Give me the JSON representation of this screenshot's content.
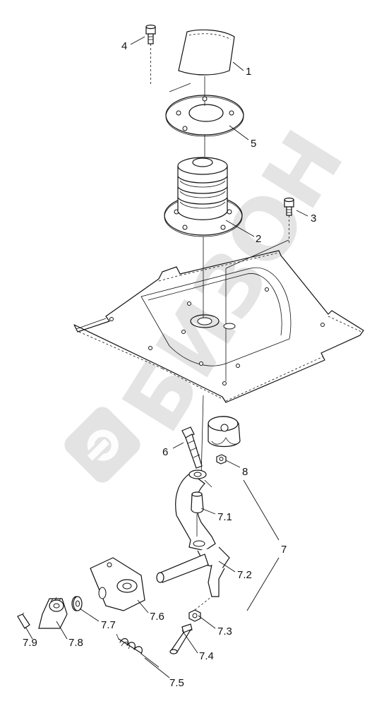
{
  "diagram": {
    "watermark": {
      "text": "БИЗОН"
    },
    "callouts": [
      {
        "id": "1",
        "label": "1"
      },
      {
        "id": "2",
        "label": "2"
      },
      {
        "id": "3",
        "label": "3"
      },
      {
        "id": "4",
        "label": "4"
      },
      {
        "id": "5",
        "label": "5"
      },
      {
        "id": "6",
        "label": "6"
      },
      {
        "id": "7",
        "label": "7"
      },
      {
        "id": "7.1",
        "label": "7.1"
      },
      {
        "id": "7.2",
        "label": "7.2"
      },
      {
        "id": "7.3",
        "label": "7.3"
      },
      {
        "id": "7.4",
        "label": "7.4"
      },
      {
        "id": "7.5",
        "label": "7.5"
      },
      {
        "id": "7.6",
        "label": "7.6"
      },
      {
        "id": "7.7",
        "label": "7.7"
      },
      {
        "id": "7.8",
        "label": "7.8"
      },
      {
        "id": "7.9",
        "label": "7.9"
      },
      {
        "id": "8",
        "label": "8"
      }
    ]
  }
}
